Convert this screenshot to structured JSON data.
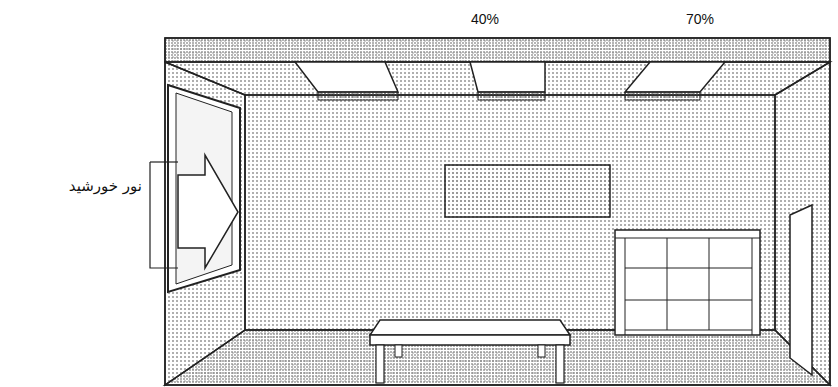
{
  "diagram": {
    "labels": [
      "40%",
      "70%",
      "نور خورشید"
    ]
  }
}
